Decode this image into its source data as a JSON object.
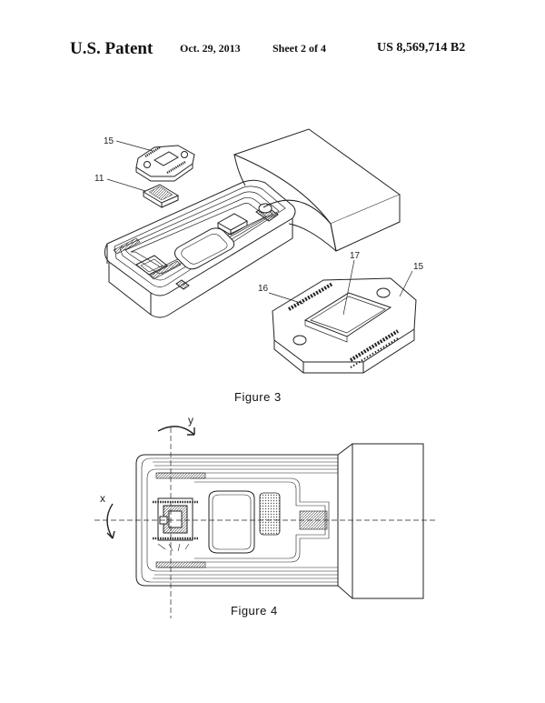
{
  "header": {
    "title": "U.S. Patent",
    "date": "Oct. 29, 2013",
    "sheet": "Sheet 2 of 4",
    "patent_number": "US 8,569,714 B2"
  },
  "figure3": {
    "caption": "Figure 3",
    "labels": {
      "l15_top": "15",
      "l11": "11",
      "l17": "17",
      "l15_right": "15",
      "l16": "16"
    }
  },
  "figure4": {
    "caption": "Figure 4",
    "axes": {
      "y": "y",
      "x": "x"
    }
  },
  "colors": {
    "ink": "#222222",
    "paper": "#ffffff"
  }
}
